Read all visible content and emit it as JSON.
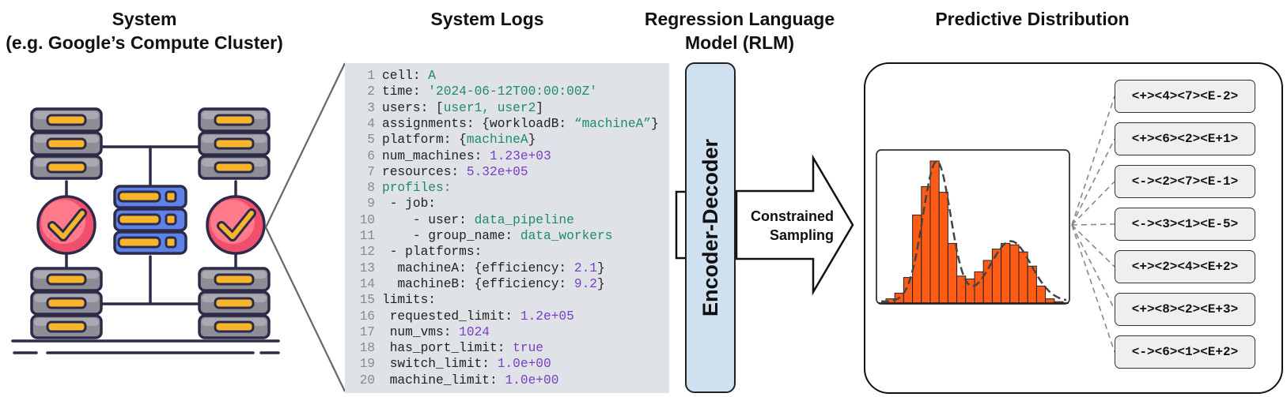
{
  "titles": {
    "system": "System",
    "system_sub": "(e.g. Google’s Compute Cluster)",
    "logs": "System Logs",
    "rlm_line1": "Regression Language",
    "rlm_line2": "Model (RLM)",
    "dist": "Predictive Distribution"
  },
  "model": {
    "label": "Encoder-Decoder"
  },
  "arrow": {
    "line1": "Constrained",
    "line2": "Sampling"
  },
  "code_lines": [
    {
      "n": "1",
      "indent": "",
      "key": "cell: ",
      "val": "A",
      "vt": "str",
      "tail": ""
    },
    {
      "n": "2",
      "indent": "",
      "key": "time: ",
      "val": "'2024-06-12T00:00:00Z'",
      "vt": "str",
      "tail": ""
    },
    {
      "n": "3",
      "indent": "",
      "key": "users: [",
      "val": "user1, user2",
      "vt": "str",
      "tail": "]"
    },
    {
      "n": "4",
      "indent": "",
      "key": "assignments: {workloadB: ",
      "val": "“machineA”",
      "vt": "str",
      "tail": "}"
    },
    {
      "n": "5",
      "indent": "",
      "key": "platform: {",
      "val": "machineA",
      "vt": "str",
      "tail": "}"
    },
    {
      "n": "6",
      "indent": "",
      "key": "num_machines: ",
      "val": "1.23e+03",
      "vt": "num",
      "tail": ""
    },
    {
      "n": "7",
      "indent": "",
      "key": "resources: ",
      "val": "5.32e+05",
      "vt": "num",
      "tail": ""
    },
    {
      "n": "8",
      "indent": "",
      "key": "",
      "val": "profiles:",
      "vt": "str",
      "tail": ""
    },
    {
      "n": "9",
      "indent": " ",
      "key": "- job:",
      "val": "",
      "vt": "str",
      "tail": ""
    },
    {
      "n": "10",
      "indent": "    ",
      "key": "- user: ",
      "val": "data_pipeline",
      "vt": "str",
      "tail": ""
    },
    {
      "n": "11",
      "indent": "    ",
      "key": "- group_name: ",
      "val": "data_workers",
      "vt": "str",
      "tail": ""
    },
    {
      "n": "12",
      "indent": " ",
      "key": "- platforms:",
      "val": "",
      "vt": "str",
      "tail": ""
    },
    {
      "n": "13",
      "indent": "  ",
      "key": "machineA: {efficiency: ",
      "val": "2.1",
      "vt": "num",
      "tail": "}"
    },
    {
      "n": "14",
      "indent": "  ",
      "key": "machineB: {efficiency: ",
      "val": "9.2",
      "vt": "num",
      "tail": "}"
    },
    {
      "n": "15",
      "indent": "",
      "key": "limits:",
      "val": "",
      "vt": "str",
      "tail": ""
    },
    {
      "n": "16",
      "indent": " ",
      "key": "requested_limit: ",
      "val": "1.2e+05",
      "vt": "num",
      "tail": ""
    },
    {
      "n": "17",
      "indent": " ",
      "key": "num_vms: ",
      "val": "1024",
      "vt": "num",
      "tail": ""
    },
    {
      "n": "18",
      "indent": " ",
      "key": "has_port_limit: ",
      "val": "true",
      "vt": "num",
      "tail": ""
    },
    {
      "n": "19",
      "indent": " ",
      "key": "switch_limit: ",
      "val": "1.0e+00",
      "vt": "num",
      "tail": ""
    },
    {
      "n": "20",
      "indent": " ",
      "key": "machine_limit: ",
      "val": "1.0e+00",
      "vt": "num",
      "tail": ""
    }
  ],
  "tokens": [
    "<+><4><7><E-2>",
    "<+><6><2><E+1>",
    "<-><2><7><E-1>",
    "<-><3><1><E-5>",
    "<+><2><4><E+2>",
    "<+><8><2><E+3>",
    "<-><6><1><E+2>"
  ],
  "histogram": {
    "counts": [
      0.03,
      0.07,
      0.18,
      0.62,
      0.82,
      1.0,
      0.78,
      0.42,
      0.19,
      0.17,
      0.22,
      0.3,
      0.38,
      0.42,
      0.41,
      0.36,
      0.26,
      0.12,
      0.03,
      0.01
    ],
    "bar_color": "#ff5b14"
  },
  "colors": {
    "server_body": "#8d8d96",
    "server_slot": "#f7b52c",
    "check_circle": "#f0506e",
    "blue_server": "#5e83e8",
    "outline": "#2e2b4a"
  },
  "icons": [
    "server-rack-icon",
    "checkmark-icon",
    "hub-server-icon"
  ]
}
